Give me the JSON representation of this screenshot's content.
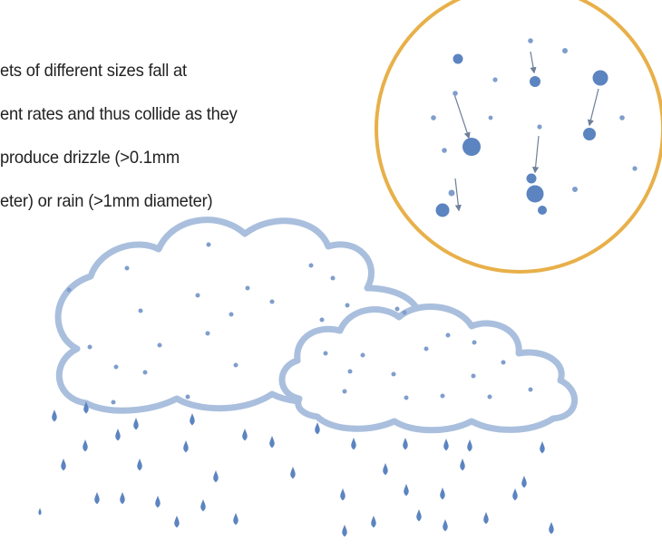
{
  "caption": {
    "lines": [
      "ets of different sizes fall at",
      "ent rates and thus collide as they",
      "produce drizzle (>0.1mm",
      "eter) or rain (>1mm diameter)"
    ]
  },
  "colors": {
    "droplet": "#5b84c0",
    "droplet_small": "#7f9ecc",
    "cloud_outline": "#a9bfdd",
    "cloud_fill": "#ffffff",
    "magnifier_ring": "#e8b04a",
    "arrow": "#6d7f99",
    "caption_text": "#222222"
  },
  "icons": {
    "big_cloud": "cloud-icon",
    "small_cloud": "cloud-icon",
    "magnifier": "magnifier-circle-icon",
    "raindrop": "raindrop-icon"
  }
}
